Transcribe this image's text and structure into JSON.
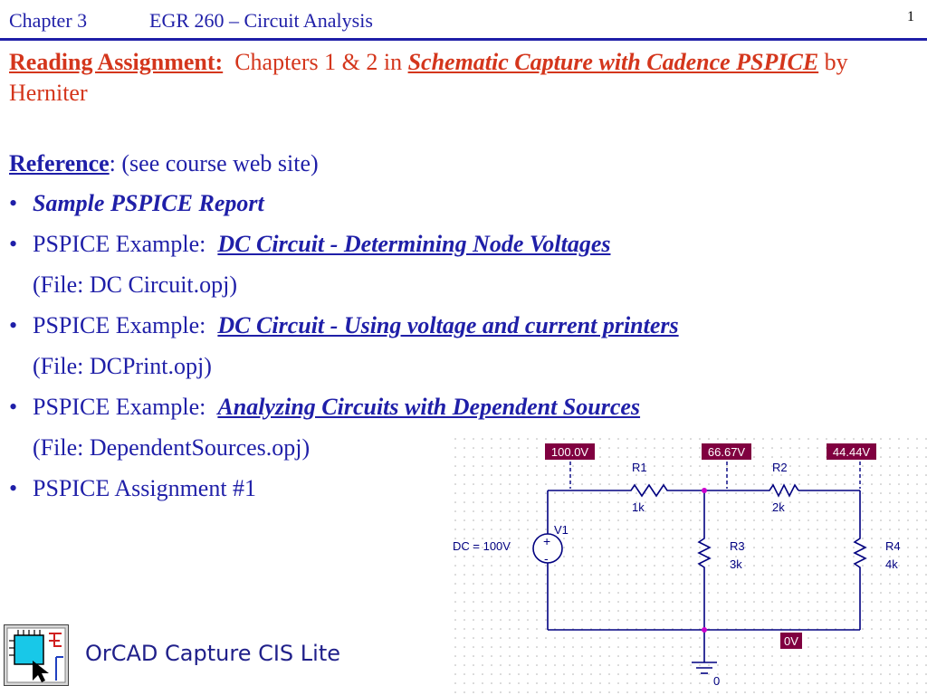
{
  "header": {
    "chapter": "Chapter 3",
    "course": "EGR 260 – Circuit Analysis",
    "page_number": "1"
  },
  "reading": {
    "label": "Reading Assignment:",
    "text1": "Chapters 1 & 2 in",
    "book_title": "Schematic Capture with Cadence PSPICE",
    "text2": "by Herniter"
  },
  "reference": {
    "label": "Reference",
    "text": ":  (see course web site)"
  },
  "items": [
    {
      "bullet": "•",
      "text": "Sample PSPICE Report"
    },
    {
      "bullet": "•",
      "prefix": "PSPICE Example:",
      "link": "DC Circuit - Determining Node Voltages",
      "file": "(File: DC Circuit.opj)"
    },
    {
      "bullet": "•",
      "prefix": "PSPICE Example:",
      "link": "DC Circuit - Using voltage and current printers",
      "file": "(File: DCPrint.opj)"
    },
    {
      "bullet": "•",
      "prefix": "PSPICE Example:",
      "link": "Analyzing Circuits with Dependent Sources",
      "file": "(File: DependentSources.opj)"
    },
    {
      "bullet": "•",
      "text": "PSPICE Assignment #1"
    }
  ],
  "logo": {
    "text": "OrCAD Capture CIS Lite",
    "icon": "orcad-capture-icon"
  },
  "circuit": {
    "source": {
      "name": "V1",
      "value": "DC = 100V"
    },
    "resistors": [
      {
        "name": "R1",
        "value": "1k"
      },
      {
        "name": "R2",
        "value": "2k"
      },
      {
        "name": "R3",
        "value": "3k"
      },
      {
        "name": "R4",
        "value": "4k"
      }
    ],
    "node_voltages": [
      "100.0V",
      "66.67V",
      "44.44V",
      "0V"
    ],
    "ground_label": "0",
    "colors": {
      "wire": "#000080",
      "node_marker_bg": "#800040",
      "junction": "#cc00cc",
      "grid": "#b0b0b0"
    }
  },
  "colors": {
    "title_blue": "#1f1fa8",
    "accent_red": "#d4361c"
  }
}
